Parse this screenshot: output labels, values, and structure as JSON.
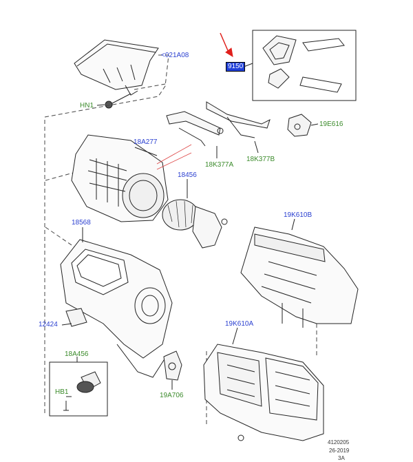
{
  "callouts": {
    "c021A08": "<021A08",
    "c9150": "9150",
    "cHN1": "HN1",
    "c18A277": "18A277",
    "c18K377A": "18K377A",
    "c18K377B": "18K377B",
    "c19E616": "19E616",
    "c18456": "18456",
    "c18568": "18568",
    "c19K610B": "19K610B",
    "c12424": "12424",
    "c18A456": "18A456",
    "c19K610A": "19K610A",
    "cHB1": "HB1",
    "c19A706": "19A706"
  },
  "footer": {
    "code": "4120205",
    "date": "26-2019",
    "rev": "3A"
  },
  "colors": {
    "blue_label": "#2a3fd0",
    "green_label": "#3a8a2a",
    "highlight": "#1f3fd8",
    "arrow": "#e0201c"
  }
}
